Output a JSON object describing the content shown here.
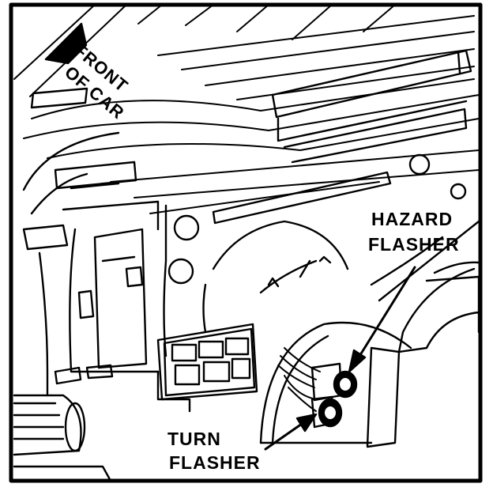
{
  "labels": {
    "front_line1": "FRONT",
    "front_line2": "OF CAR",
    "hazard_line1": "HAZARD",
    "hazard_line2": "FLASHER",
    "turn_line1": "TURN",
    "turn_line2": "FLASHER"
  },
  "colors": {
    "ink": "#000000",
    "paper": "#ffffff"
  }
}
